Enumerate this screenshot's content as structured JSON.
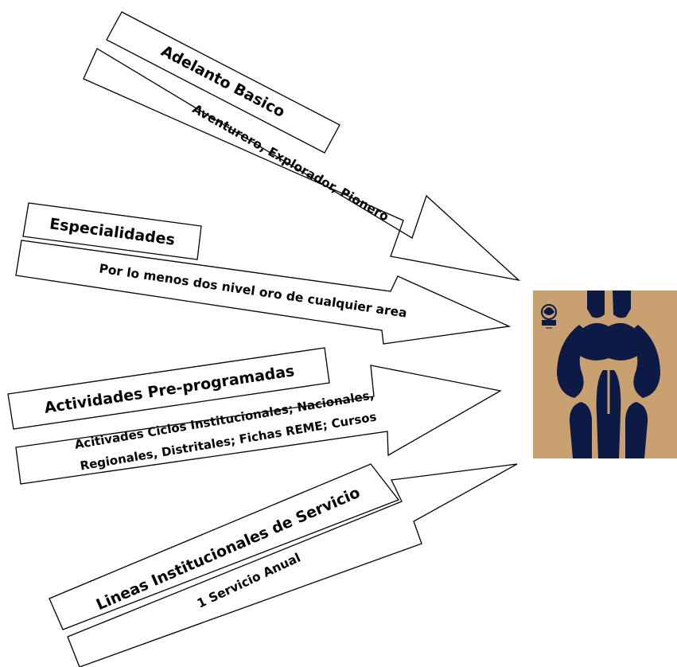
{
  "groups": [
    {
      "title": "Adelanto Basico",
      "detail": "Aventurero, Explorador, Pionero"
    },
    {
      "title": "Especialidades",
      "detail": "Por lo menos dos nivel oro de cualquier area"
    },
    {
      "title": "Actividades Pre-programadas",
      "detail_lines": [
        "Acitivades Ciclos Institucionales; Nacionales,",
        "Regionales, Distritales; Fichas REME; Cursos"
      ]
    },
    {
      "title": "Lineas Institucionales de Servicio",
      "detail": "1 Servicio Anual"
    }
  ],
  "colors": {
    "emblem_background": "#C9A070",
    "emblem_figure": "#0D1A45",
    "outline": "#000000"
  },
  "emblem": {
    "icon": "scout-emblem-icon"
  }
}
